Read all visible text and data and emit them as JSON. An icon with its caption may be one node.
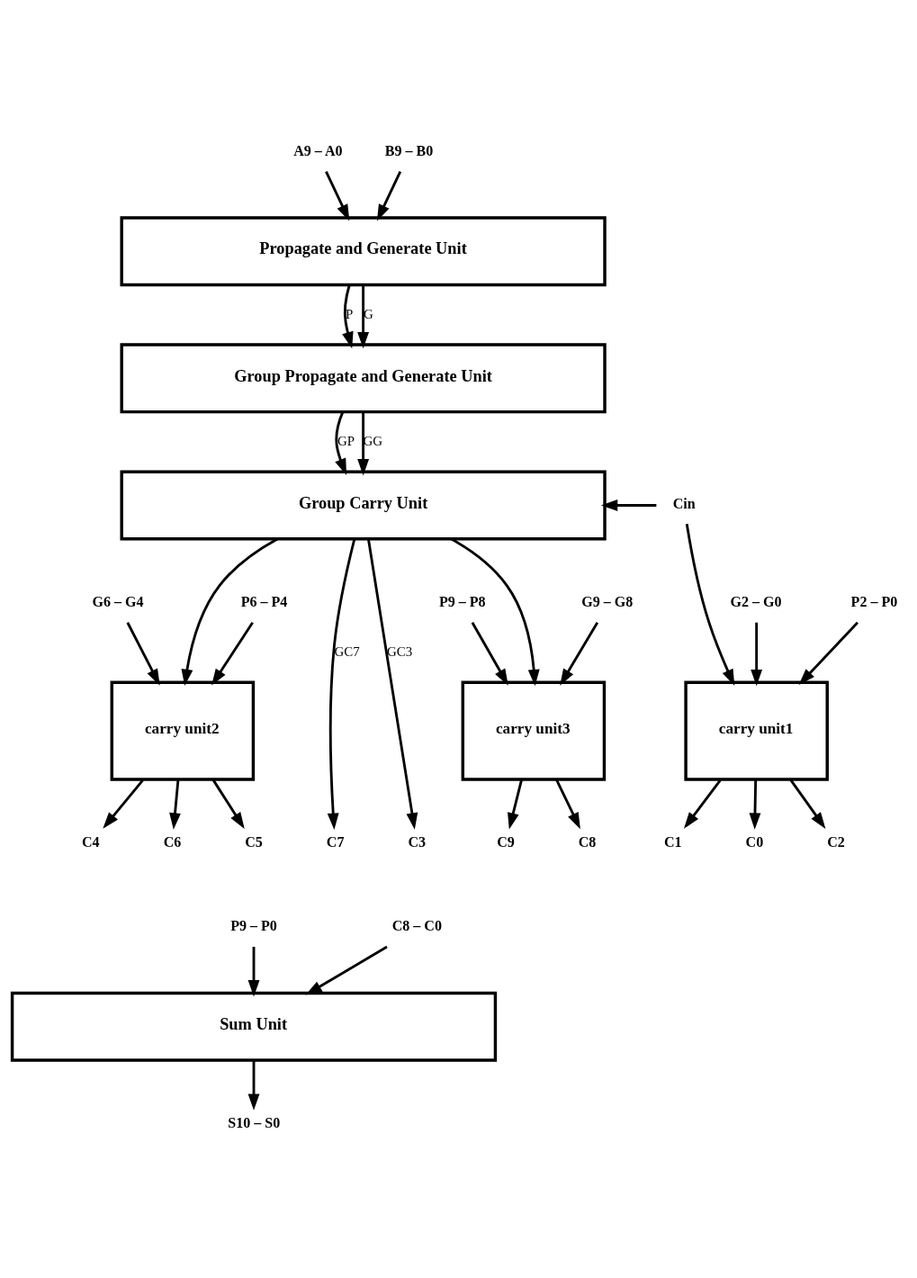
{
  "diagram": {
    "nodes": [
      {
        "text": [
          "A9 – A0"
        ]
      },
      {
        "text": [
          "B9 – B0"
        ]
      },
      {
        "text": [
          "Propagate and Generate Unit"
        ]
      },
      {
        "text": [
          "Group Propagate and Generate Unit"
        ]
      },
      {
        "text": [
          "Group Carry Unit"
        ]
      },
      {
        "text": [
          "Cin"
        ]
      },
      {
        "text": [
          "P9 – P8"
        ]
      },
      {
        "text": [
          "G9 – G8"
        ]
      },
      {
        "text": [
          "carry unit3"
        ]
      },
      {
        "text": [
          "P6 – P4"
        ]
      },
      {
        "text": [
          "G6 – G4"
        ]
      },
      {
        "text": [
          "carry unit2"
        ]
      },
      {
        "text": [
          "P2 – P0"
        ]
      },
      {
        "text": [
          "G2 – G0"
        ]
      },
      {
        "text": [
          "carry unit1"
        ]
      },
      {
        "text": [
          "C9"
        ]
      },
      {
        "text": [
          "C8"
        ]
      },
      {
        "text": [
          "C7"
        ]
      },
      {
        "text": [
          "C6"
        ]
      },
      {
        "text": [
          "C5"
        ]
      },
      {
        "text": [
          "C4"
        ]
      },
      {
        "text": [
          "C3"
        ]
      },
      {
        "text": [
          "C2"
        ]
      },
      {
        "text": [
          "C1"
        ]
      },
      {
        "text": [
          "C0"
        ]
      },
      {
        "text": [
          "P9 – P0"
        ]
      },
      {
        "text": [
          "C8 – C0"
        ]
      },
      {
        "text": [
          "Sum Unit"
        ]
      },
      {
        "text": [
          "S10 – S0"
        ]
      }
    ],
    "edges": [
      {
        "from": 0,
        "to": 2,
        "arrow": "to"
      },
      {
        "from": 1,
        "to": 2,
        "arrow": "to"
      },
      {
        "from": 2,
        "to": 3,
        "arrow": "to",
        "label": "P"
      },
      {
        "from": 2,
        "to": 3,
        "arrow": "to",
        "label": "G"
      },
      {
        "from": 3,
        "to": 4,
        "arrow": "to",
        "label": "GP"
      },
      {
        "from": 3,
        "to": 4,
        "arrow": "to",
        "label": "GG"
      },
      {
        "from": 5,
        "to": 4,
        "arrow": "to"
      },
      {
        "from": 5,
        "to": 14,
        "arrow": "to"
      },
      {
        "from": 4,
        "to": 8,
        "arrow": "to"
      },
      {
        "from": 4,
        "to": 17,
        "arrow": "to",
        "label": "GC7"
      },
      {
        "from": 4,
        "to": 11,
        "arrow": "to"
      },
      {
        "from": 4,
        "to": 21,
        "arrow": "to",
        "label": "GC3"
      },
      {
        "from": 6,
        "to": 8,
        "arrow": "to"
      },
      {
        "from": 7,
        "to": 8,
        "arrow": "to"
      },
      {
        "from": 8,
        "to": 15,
        "arrow": "to"
      },
      {
        "from": 8,
        "to": 16,
        "arrow": "to"
      },
      {
        "from": 9,
        "to": 11,
        "arrow": "to"
      },
      {
        "from": 10,
        "to": 11,
        "arrow": "to"
      },
      {
        "from": 11,
        "to": 18,
        "arrow": "to"
      },
      {
        "from": 11,
        "to": 19,
        "arrow": "to"
      },
      {
        "from": 11,
        "to": 20,
        "arrow": "to"
      },
      {
        "from": 12,
        "to": 14,
        "arrow": "to"
      },
      {
        "from": 13,
        "to": 14,
        "arrow": "to"
      },
      {
        "from": 14,
        "to": 22,
        "arrow": "to"
      },
      {
        "from": 14,
        "to": 23,
        "arrow": "to"
      },
      {
        "from": 14,
        "to": 24,
        "arrow": "to"
      },
      {
        "from": 25,
        "to": 27,
        "arrow": "to"
      },
      {
        "from": 26,
        "to": 27,
        "arrow": "to"
      },
      {
        "from": 27,
        "to": 28,
        "arrow": "to"
      }
    ]
  }
}
